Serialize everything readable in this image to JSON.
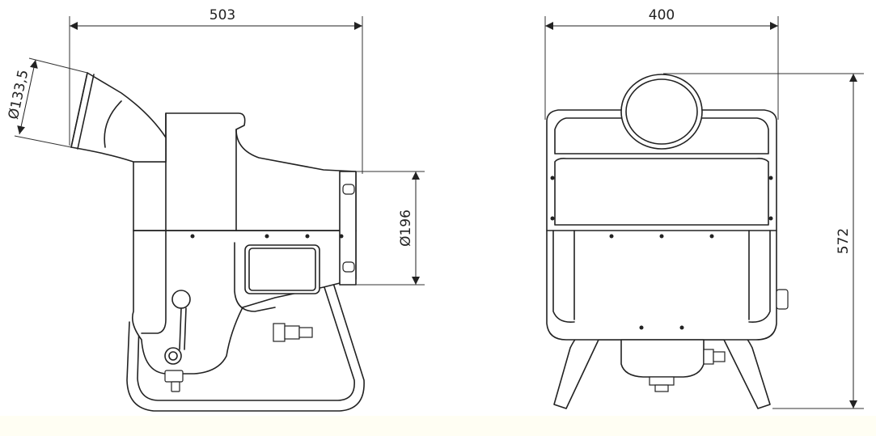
{
  "dimensions": {
    "side_width": "503",
    "front_width": "400",
    "height": "572",
    "outlet_diameter": "Ø196",
    "inlet_diameter": "Ø133,5"
  },
  "colors": {
    "line": "#222222",
    "background": "#ffffff",
    "bottom_strip": "#fffef3"
  }
}
